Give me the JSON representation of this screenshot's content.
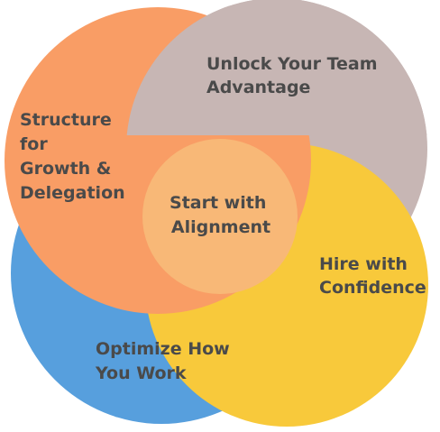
{
  "diagram": {
    "segments": [
      {
        "id": "team",
        "lines": [
          "Unlock Your Team",
          "Advantage"
        ],
        "color": "#c7b6b4"
      },
      {
        "id": "structure",
        "lines": [
          "Structure",
          "for",
          "Growth &",
          "Delegation"
        ],
        "color": "#f99d65"
      },
      {
        "id": "hire",
        "lines": [
          "Hire with",
          "Confidence"
        ],
        "color": "#f8c93b"
      },
      {
        "id": "optimize",
        "lines": [
          "Optimize How",
          "You Work"
        ],
        "color": "#579fdd"
      },
      {
        "id": "center",
        "lines": [
          "Start with",
          "Alignment"
        ],
        "color": "#f8b877"
      }
    ]
  }
}
